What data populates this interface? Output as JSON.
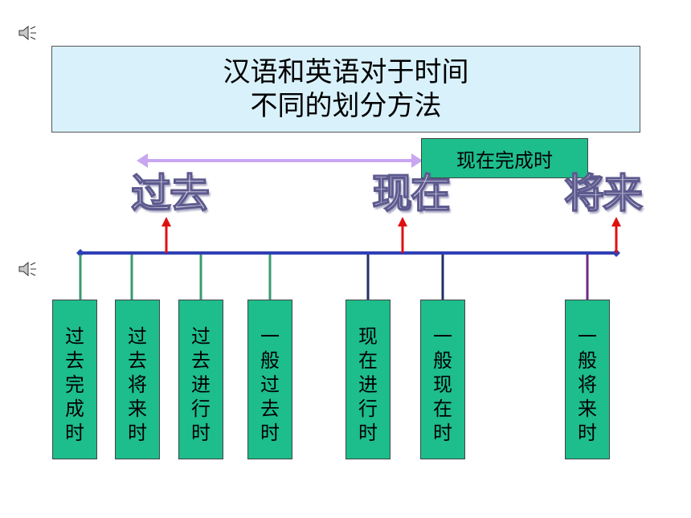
{
  "title": {
    "line1": "汉语和英语对于时间",
    "line2": "不同的划分方法"
  },
  "perfect_label": "现在完成时",
  "time_words": {
    "past": "过去",
    "present": "现在",
    "future": "将来"
  },
  "tenses": [
    {
      "label": "过去完成时"
    },
    {
      "label": "过去将来时"
    },
    {
      "label": "过去进行时"
    },
    {
      "label": "一般过去时"
    },
    {
      "label": "现在进行时"
    },
    {
      "label": "一般现在时"
    },
    {
      "label": "一般将来时"
    }
  ],
  "colors": {
    "box_fill": "#1dbd8c",
    "title_fill": "#d9f1fb",
    "timeline": "#2f3fb5",
    "up_arrow": "#e01010",
    "span_arrow": "#c9a6f2",
    "tick_green": "#3a9a70",
    "tick_navy": "#1f2f6a",
    "tick_purple": "#6a2a8a"
  },
  "icons": [
    "speaker-icon",
    "speaker-icon"
  ]
}
